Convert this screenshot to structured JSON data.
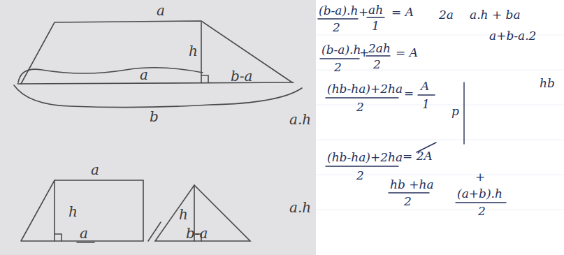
{
  "diagram": {
    "labels": [
      "a",
      "h",
      "a",
      "b-a",
      "b",
      "a.h",
      "a",
      "h",
      "a",
      "h",
      "b-a",
      "a.h",
      "(b-a).h",
      "2",
      "+",
      "ah",
      "1",
      "= A",
      "2a",
      "a.h + ba",
      "a+b-a.2",
      "(b-a).h",
      "2",
      "+",
      "2ah",
      "2",
      "= A",
      "(hb-ha)+2ha",
      "2",
      "=",
      "A",
      "1",
      "p",
      "hb",
      "(hb-ha)+2ha",
      "2",
      "= 2A",
      "hb +ha",
      "2",
      "+",
      "(a+b).h",
      "2"
    ]
  }
}
